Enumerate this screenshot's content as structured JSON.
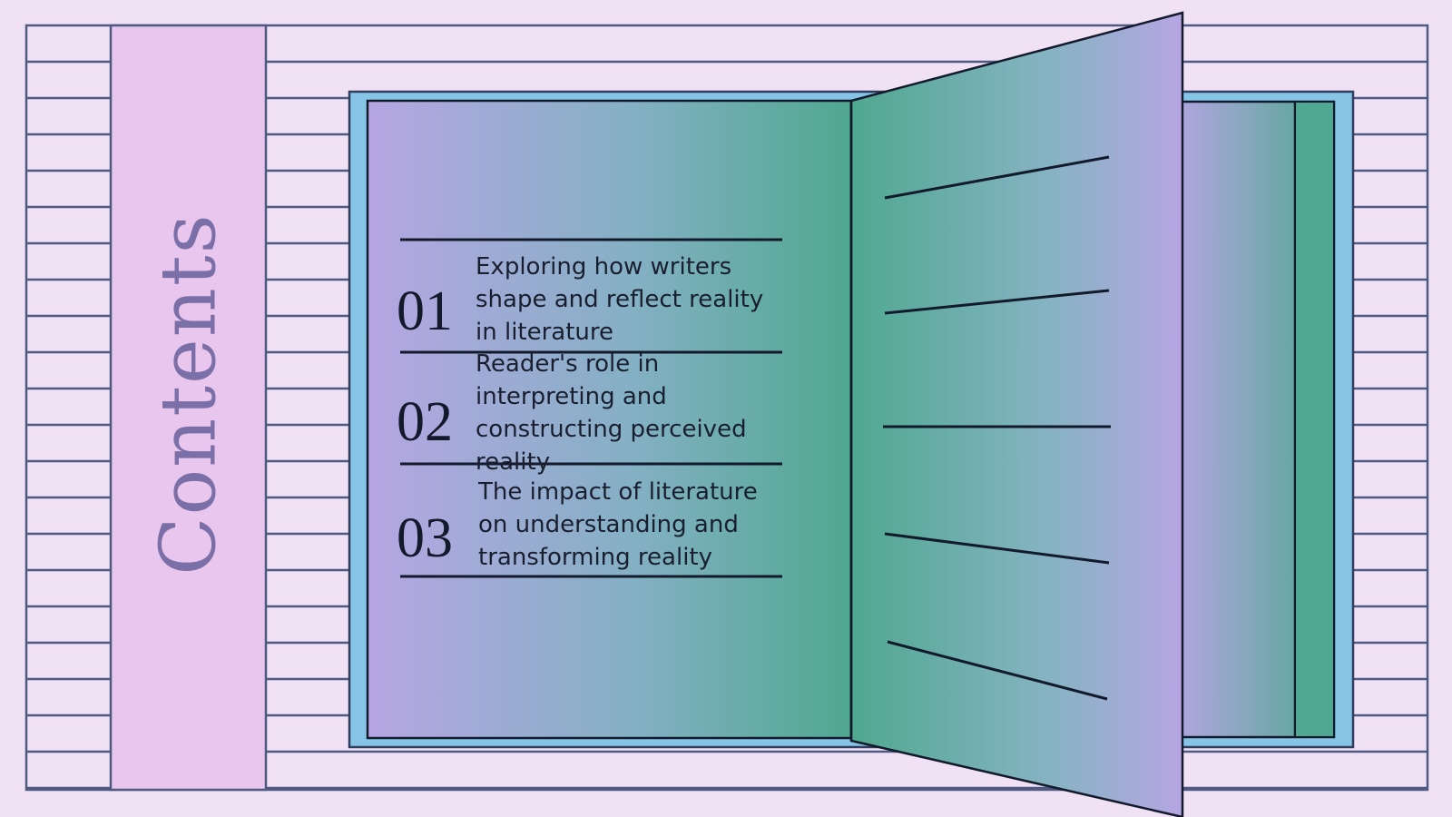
{
  "title": "Contents",
  "items": [
    {
      "number": "01",
      "text": "Exploring how writers shape and reflect reality in literature"
    },
    {
      "number": "02",
      "text": "Reader's role in interpreting and constructing perceived reality"
    },
    {
      "number": "03",
      "text": "The impact of literature on understanding and transforming reality"
    }
  ],
  "colors": {
    "background": "#f1e1f5",
    "band": "#e9c6ee",
    "outline": "#4e5a82",
    "frame": "#86c5e6",
    "lavender": "#b6a6e3",
    "teal": "#4fa890",
    "title": "#7a6fa6"
  }
}
